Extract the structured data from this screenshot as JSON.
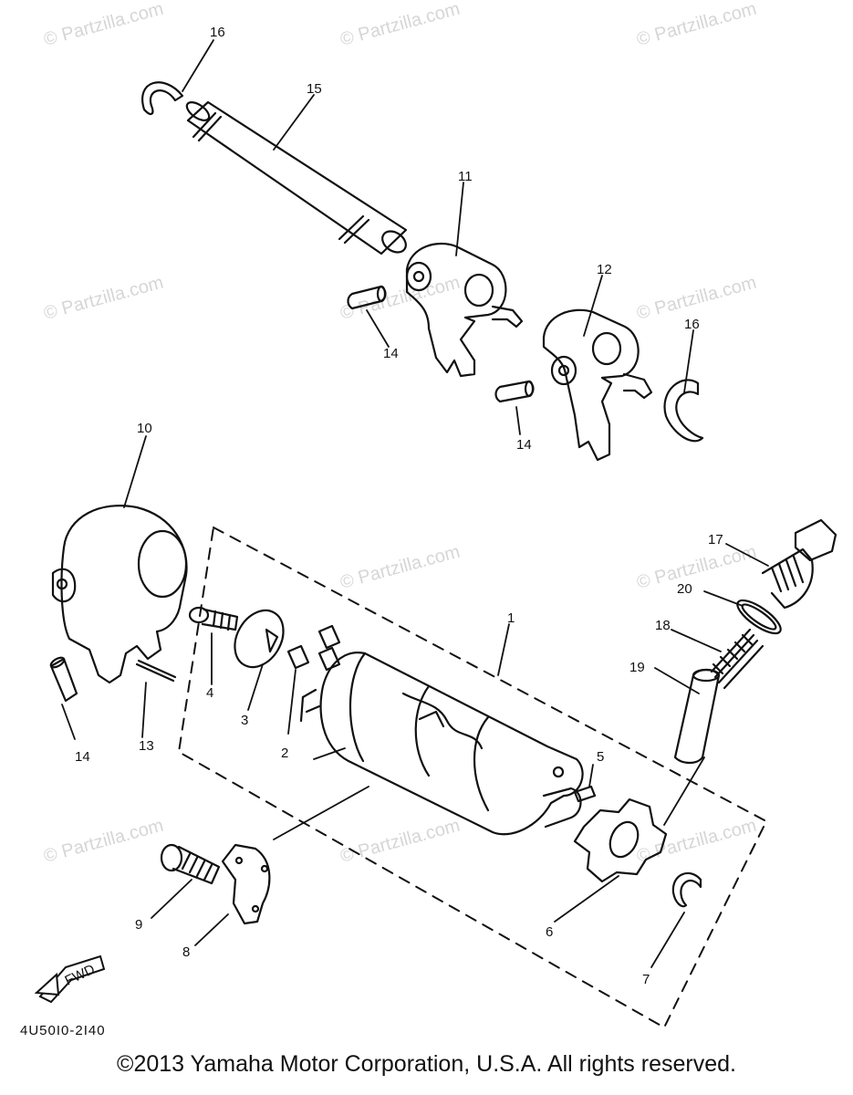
{
  "diagram": {
    "code": "4U50I0-2I40",
    "fwd_label": "FWD",
    "watermark": "© Partzilla.com",
    "callouts": {
      "c1": "1",
      "c2": "2",
      "c3": "3",
      "c4": "4",
      "c5": "5",
      "c6": "6",
      "c7": "7",
      "c8": "8",
      "c9": "9",
      "c10": "10",
      "c11": "11",
      "c12": "12",
      "c13": "13",
      "c14a": "14",
      "c14b": "14",
      "c14c": "14",
      "c15": "15",
      "c16a": "16",
      "c16b": "16",
      "c17": "17",
      "c18": "18",
      "c19": "19",
      "c20": "20"
    }
  },
  "footer": {
    "copyright": "©2013 Yamaha Motor Corporation, U.S.A. All rights reserved."
  }
}
